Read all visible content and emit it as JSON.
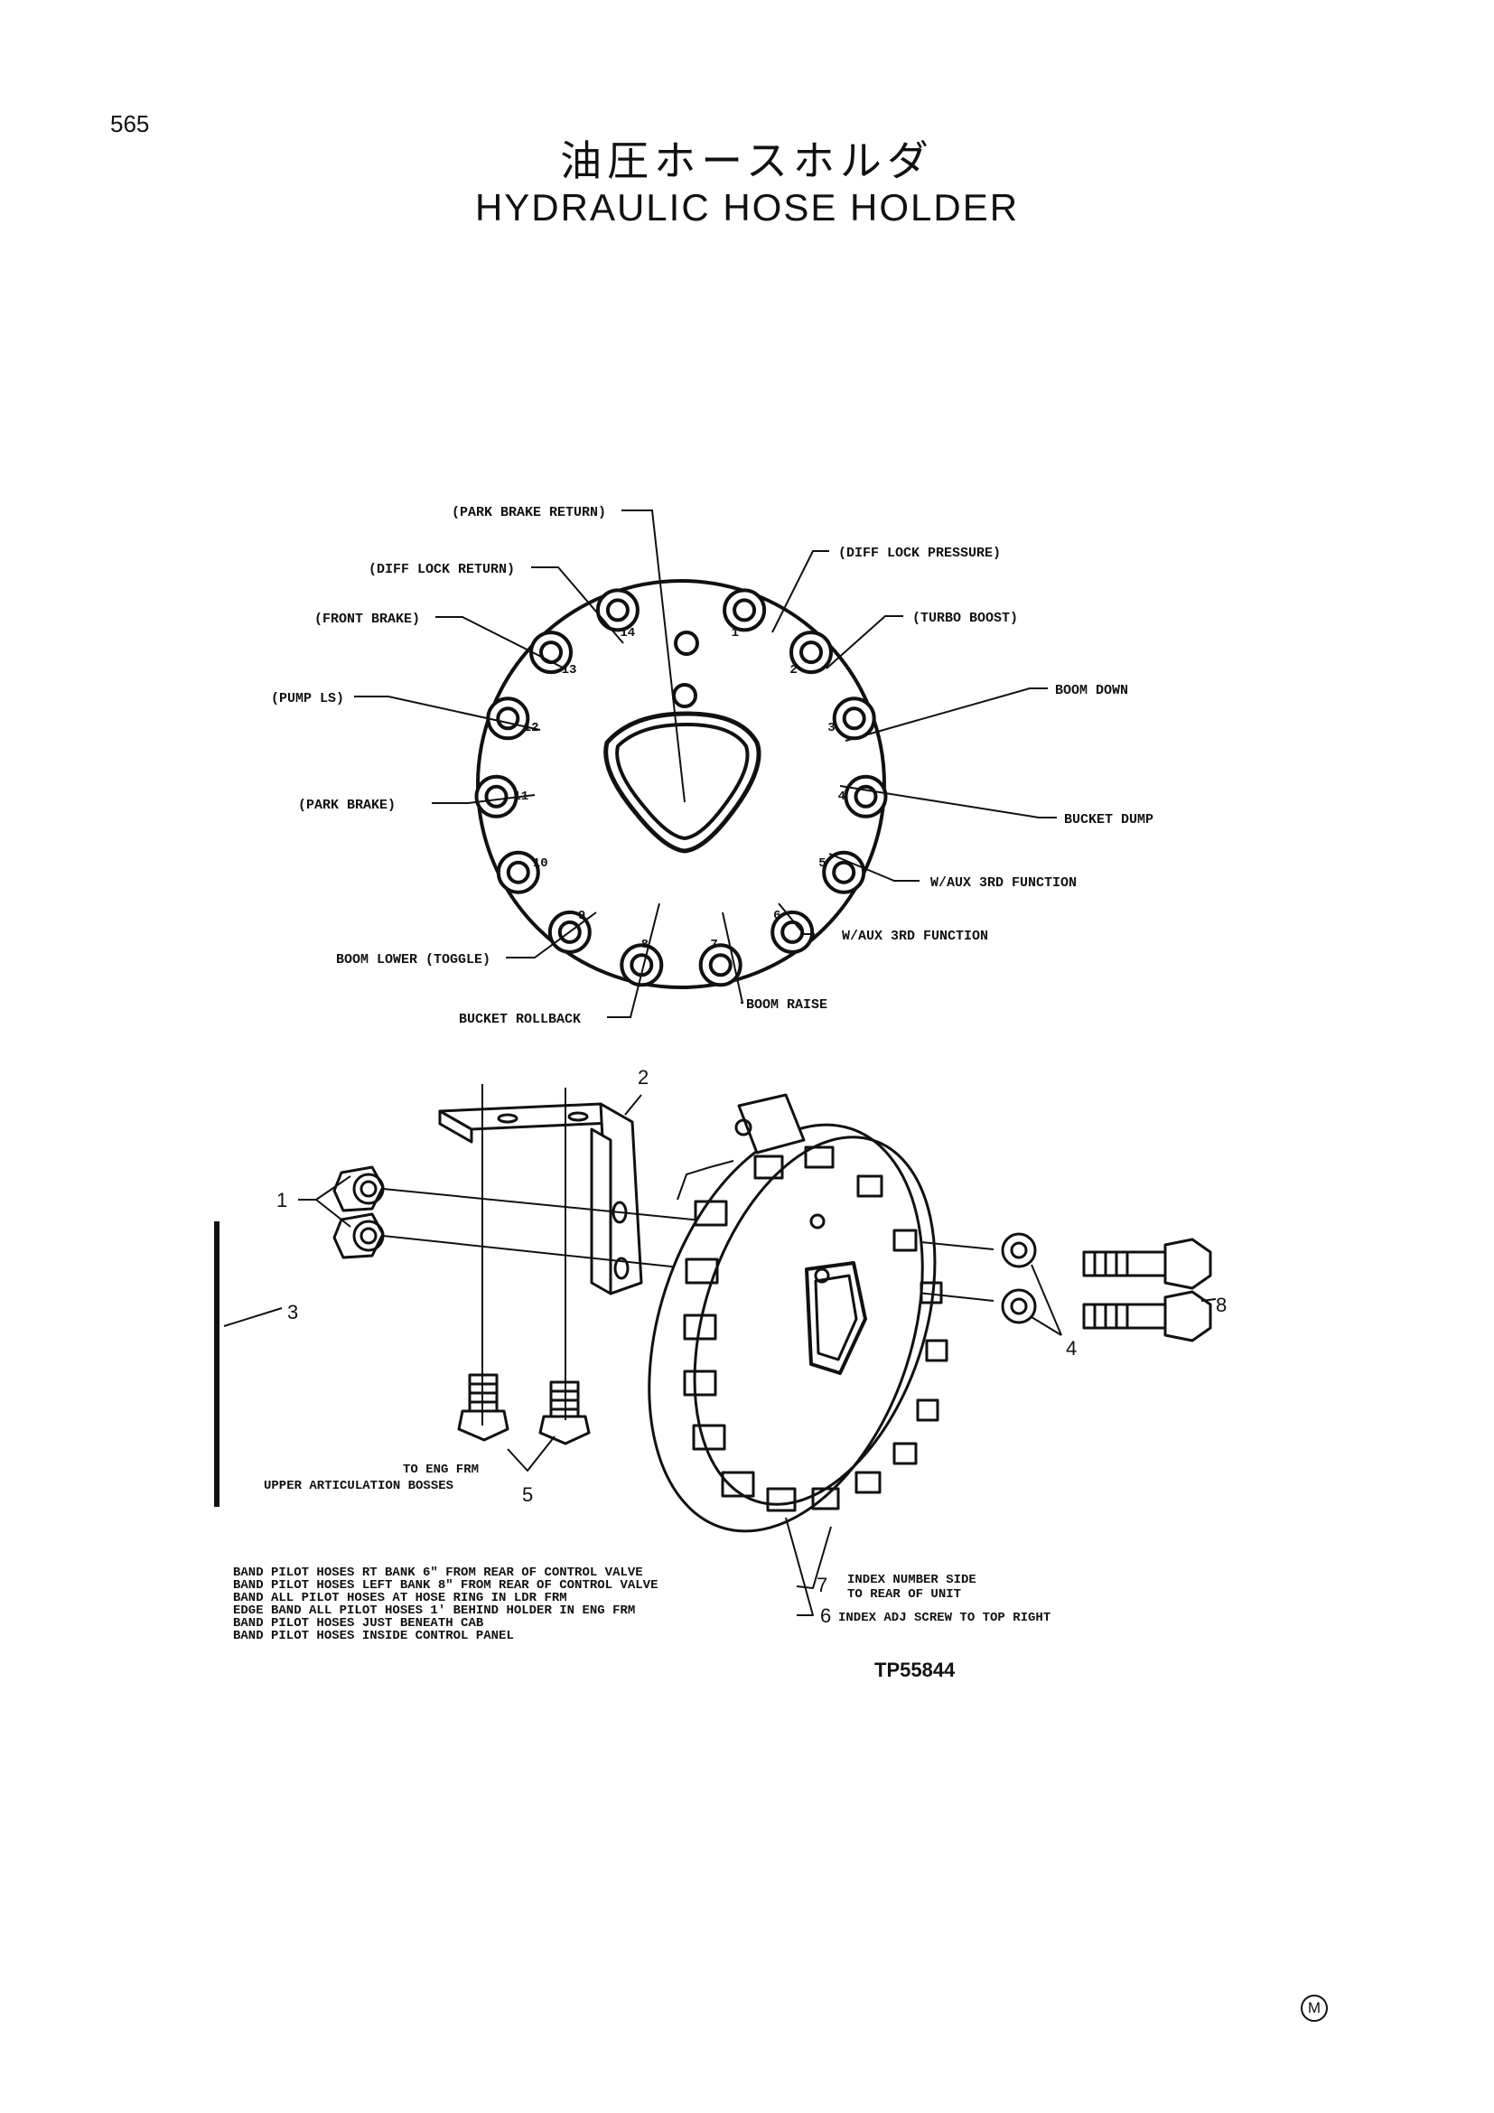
{
  "page_number": "565",
  "title_jp": "油圧ホースホルダ",
  "title_en": "HYDRAULIC HOSE HOLDER",
  "top_view": {
    "labels": {
      "park_brake_return": "(PARK BRAKE RETURN)",
      "diff_lock_return": "(DIFF LOCK RETURN)",
      "front_brake": "(FRONT BRAKE)",
      "pump_ls": "(PUMP LS)",
      "park_brake": "(PARK BRAKE)",
      "boom_lower_toggle": "BOOM LOWER (TOGGLE)",
      "bucket_rollback": "BUCKET ROLLBACK",
      "boom_raise": "BOOM RAISE",
      "aux_3rd_function_a": "W/AUX 3RD FUNCTION",
      "aux_3rd_function_b": "W/AUX 3RD FUNCTION",
      "bucket_dump": "BUCKET DUMP",
      "boom_down": "BOOM DOWN",
      "turbo_boost": "(TURBO BOOST)",
      "diff_lock_pressure": "(DIFF LOCK PRESSURE)"
    },
    "slot_numbers": [
      "1",
      "2",
      "3",
      "4",
      "5",
      "6",
      "7",
      "8",
      "9",
      "10",
      "11",
      "12",
      "13",
      "14"
    ]
  },
  "exploded_view": {
    "callouts": [
      "1",
      "2",
      "3",
      "4",
      "5",
      "6",
      "7",
      "8"
    ],
    "to_eng_frm": "TO ENG FRM",
    "upper_articulation": "UPPER ARTICULATION BOSSES",
    "index_number_side": "INDEX NUMBER SIDE",
    "to_rear_of_unit": "TO REAR OF UNIT",
    "index_adj_screw": "INDEX ADJ SCREW TO TOP RIGHT"
  },
  "notes": [
    "BAND PILOT HOSES RT BANK 6\" FROM REAR OF CONTROL VALVE",
    "BAND PILOT HOSES LEFT BANK 8\" FROM REAR OF CONTROL VALVE",
    "BAND ALL PILOT HOSES AT HOSE RING IN LDR FRM",
    "EDGE BAND ALL PILOT HOSES 1' BEHIND HOLDER IN ENG FRM",
    "BAND PILOT HOSES JUST BENEATH CAB",
    "BAND PILOT HOSES INSIDE CONTROL PANEL"
  ],
  "part_number": "TP55844",
  "corner_mark": "M"
}
